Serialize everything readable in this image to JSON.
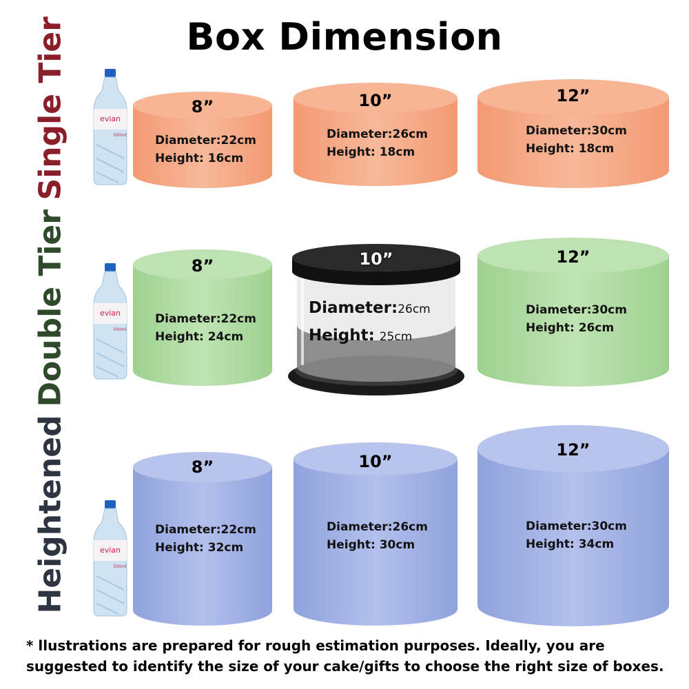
{
  "title": "Box Dimension",
  "colors": {
    "single": "#f3a07a",
    "double": "#a6d79a",
    "heightened": "#9aabe0",
    "single_label": "#8a1f2a",
    "double_label": "#2f4a2a",
    "heightened_label": "#2e3440"
  },
  "rows": [
    {
      "label": "Single Tier",
      "boxes": [
        {
          "size": "8”",
          "diameter_label": "Diameter:",
          "diameter": "22cm",
          "height_label": "Height:",
          "height": "16cm"
        },
        {
          "size": "10”",
          "diameter_label": "Diameter:",
          "diameter": "26cm",
          "height_label": "Height:",
          "height": "18cm"
        },
        {
          "size": "12”",
          "diameter_label": "Diameter:",
          "diameter": "30cm",
          "height_label": "Height:",
          "height": "18cm"
        }
      ]
    },
    {
      "label": "Double Tier",
      "boxes": [
        {
          "size": "8”",
          "diameter_label": "Diameter:",
          "diameter": "22cm",
          "height_label": "Height:",
          "height": "24cm"
        },
        {
          "size": "10”",
          "diameter_label": "Diameter:",
          "diameter": "26cm",
          "height_label": "Height:",
          "height": "25cm"
        },
        {
          "size": "12”",
          "diameter_label": "Diameter:",
          "diameter": "30cm",
          "height_label": "Height:",
          "height": "26cm"
        }
      ]
    },
    {
      "label": "Heightened",
      "boxes": [
        {
          "size": "8”",
          "diameter_label": "Diameter:",
          "diameter": "22cm",
          "height_label": "Height:",
          "height": "32cm"
        },
        {
          "size": "10”",
          "diameter_label": "Diameter:",
          "diameter": "26cm",
          "height_label": "Height:",
          "height": "30cm"
        },
        {
          "size": "12”",
          "diameter_label": "Diameter:",
          "diameter": "30cm",
          "height_label": "Height:",
          "height": "34cm"
        }
      ]
    }
  ],
  "bottle": {
    "brand": "evian",
    "volume": "500ml"
  },
  "footnote": "* llustrations are prepared for rough estimation purposes. Ideally, you are suggested to identify the size of your cake/gifts to choose the right size of boxes."
}
